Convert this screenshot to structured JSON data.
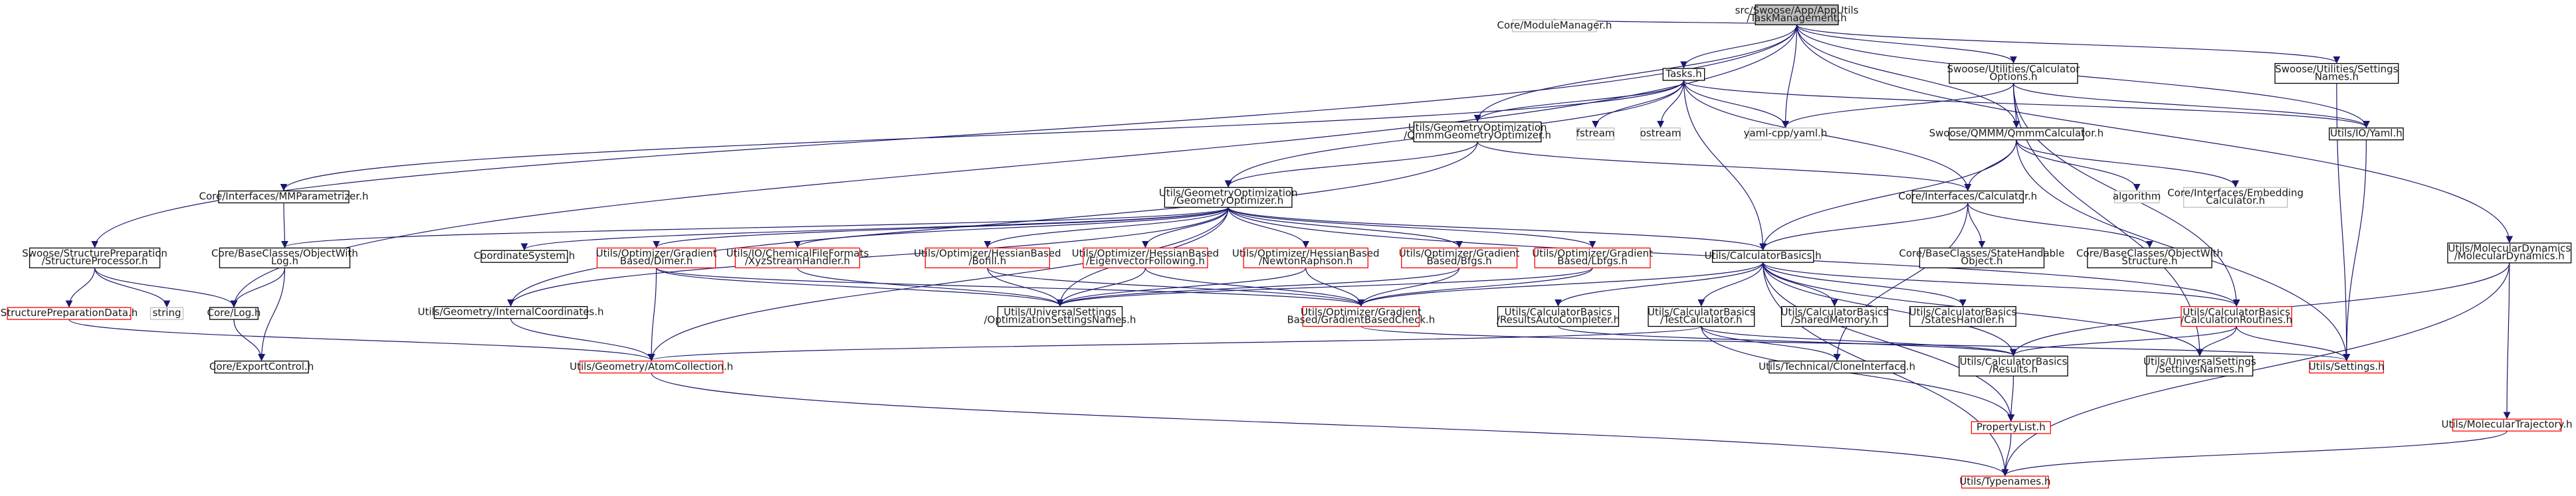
{
  "colors": {
    "edge": "#191970",
    "root_fill": "#bfbfbf",
    "node_border_default": "#000000",
    "node_border_truncated": "#ff0000",
    "node_border_external": "#bfbfbf",
    "text": "#1a1a1a"
  },
  "graph": {
    "nodes": [
      {
        "id": "root",
        "lines": [
          "src/Swoose/App/AppUtils",
          "/TaskManagement.h"
        ],
        "style": "root"
      },
      {
        "id": "modmgr",
        "lines": [
          "Core/ModuleManager.h"
        ],
        "style": "external"
      },
      {
        "id": "tasks",
        "lines": [
          "Tasks.h"
        ],
        "style": "normal"
      },
      {
        "id": "calcopts",
        "lines": [
          "Swoose/Utilities/Calculator",
          "Options.h"
        ],
        "style": "normal"
      },
      {
        "id": "settnames",
        "lines": [
          "Swoose/Utilities/Settings",
          "Names.h"
        ],
        "style": "normal"
      },
      {
        "id": "geoopt",
        "lines": [
          "Utils/GeometryOptimization",
          "/QmmmGeometryOptimizer.h"
        ],
        "style": "normal"
      },
      {
        "id": "fstream",
        "lines": [
          "fstream"
        ],
        "style": "external"
      },
      {
        "id": "ostream",
        "lines": [
          "ostream"
        ],
        "style": "external"
      },
      {
        "id": "yamlcpp",
        "lines": [
          "yaml-cpp/yaml.h"
        ],
        "style": "external"
      },
      {
        "id": "qmmm",
        "lines": [
          "Swoose/QMMM/QmmmCalculator.h"
        ],
        "style": "normal"
      },
      {
        "id": "ioyaml",
        "lines": [
          "Utils/IO/Yaml.h"
        ],
        "style": "normal"
      },
      {
        "id": "mmparam",
        "lines": [
          "Core/Interfaces/MMParametrizer.h"
        ],
        "style": "normal"
      },
      {
        "id": "geoopter",
        "lines": [
          "Utils/GeometryOptimization",
          "/GeometryOptimizer.h"
        ],
        "style": "normal"
      },
      {
        "id": "algorithm",
        "lines": [
          "algorithm"
        ],
        "style": "external"
      },
      {
        "id": "embcalc",
        "lines": [
          "Core/Interfaces/Embedding",
          "Calculator.h"
        ],
        "style": "external"
      },
      {
        "id": "icalc",
        "lines": [
          "Core/Interfaces/Calculator.h"
        ],
        "style": "normal"
      },
      {
        "id": "structproc",
        "lines": [
          "Swoose/StructurePreparation",
          "/StructureProcessor.h"
        ],
        "style": "normal"
      },
      {
        "id": "objlog",
        "lines": [
          "Core/BaseClasses/ObjectWith",
          "Log.h"
        ],
        "style": "normal"
      },
      {
        "id": "coordsys",
        "lines": [
          "CoordinateSystem.h"
        ],
        "style": "normal"
      },
      {
        "id": "dimer",
        "lines": [
          "Utils/Optimizer/Gradient",
          "Based/Dimer.h"
        ],
        "style": "truncated"
      },
      {
        "id": "xyz",
        "lines": [
          "Utils/IO/ChemicalFileFormats",
          "/XyzStreamHandler.h"
        ],
        "style": "truncated"
      },
      {
        "id": "bofill",
        "lines": [
          "Utils/Optimizer/HessianBased",
          "/Bofill.h"
        ],
        "style": "truncated"
      },
      {
        "id": "eigfollow",
        "lines": [
          "Utils/Optimizer/HessianBased",
          "/EigenvectorFollowing.h"
        ],
        "style": "truncated"
      },
      {
        "id": "newton",
        "lines": [
          "Utils/Optimizer/HessianBased",
          "/NewtonRaphson.h"
        ],
        "style": "truncated"
      },
      {
        "id": "bfgs",
        "lines": [
          "Utils/Optimizer/Gradient",
          "Based/Bfgs.h"
        ],
        "style": "truncated"
      },
      {
        "id": "lbfgs",
        "lines": [
          "Utils/Optimizer/Gradient",
          "Based/Lbfgs.h"
        ],
        "style": "truncated"
      },
      {
        "id": "calcbasics",
        "lines": [
          "Utils/CalculatorBasics.h"
        ],
        "style": "normal"
      },
      {
        "id": "statehandable",
        "lines": [
          "Core/BaseClasses/StateHandable",
          "Object.h"
        ],
        "style": "normal"
      },
      {
        "id": "objstruct",
        "lines": [
          "Core/BaseClasses/ObjectWith",
          "Structure.h"
        ],
        "style": "normal"
      },
      {
        "id": "moldyn",
        "lines": [
          "Utils/MolecularDynamics",
          "/MolecularDynamics.h"
        ],
        "style": "normal"
      },
      {
        "id": "string",
        "lines": [
          "string"
        ],
        "style": "external"
      },
      {
        "id": "structprepdata",
        "lines": [
          "StructurePreparationData.h"
        ],
        "style": "truncated"
      },
      {
        "id": "corelog",
        "lines": [
          "Core/Log.h"
        ],
        "style": "normal"
      },
      {
        "id": "internalcoords",
        "lines": [
          "Utils/Geometry/InternalCoordinates.h"
        ],
        "style": "normal"
      },
      {
        "id": "uniopt",
        "lines": [
          "Utils/UniversalSettings",
          "/OptimizationSettingsNames.h"
        ],
        "style": "normal"
      },
      {
        "id": "gradcheck",
        "lines": [
          "Utils/Optimizer/Gradient",
          "Based/GradientBasedCheck.h"
        ],
        "style": "truncated"
      },
      {
        "id": "rescompleter",
        "lines": [
          "Utils/CalculatorBasics",
          "/ResultsAutoCompleter.h"
        ],
        "style": "normal"
      },
      {
        "id": "testcalc",
        "lines": [
          "Utils/CalculatorBasics",
          "/TestCalculator.h"
        ],
        "style": "normal"
      },
      {
        "id": "sharedmem",
        "lines": [
          "Utils/CalculatorBasics",
          "/SharedMemory.h"
        ],
        "style": "normal"
      },
      {
        "id": "stateshandler",
        "lines": [
          "Utils/CalculatorBasics",
          "/StatesHandler.h"
        ],
        "style": "normal"
      },
      {
        "id": "calcroutines",
        "lines": [
          "Utils/CalculatorBasics",
          "/CalculationRoutines.h"
        ],
        "style": "truncated"
      },
      {
        "id": "exportcontrol",
        "lines": [
          "Core/ExportControl.h"
        ],
        "style": "normal"
      },
      {
        "id": "atomcoll",
        "lines": [
          "Utils/Geometry/AtomCollection.h"
        ],
        "style": "truncated"
      },
      {
        "id": "cloneif",
        "lines": [
          "Utils/Technical/CloneInterface.h"
        ],
        "style": "normal"
      },
      {
        "id": "results",
        "lines": [
          "Utils/CalculatorBasics",
          "/Results.h"
        ],
        "style": "normal"
      },
      {
        "id": "setnames",
        "lines": [
          "Utils/UniversalSettings",
          "/SettingsNames.h"
        ],
        "style": "normal"
      },
      {
        "id": "settings",
        "lines": [
          "Utils/Settings.h"
        ],
        "style": "truncated"
      },
      {
        "id": "moltraj",
        "lines": [
          "Utils/MolecularTrajectory.h"
        ],
        "style": "truncated"
      },
      {
        "id": "proplist",
        "lines": [
          "PropertyList.h"
        ],
        "style": "truncated"
      },
      {
        "id": "typenames",
        "lines": [
          "Utils/Typenames.h"
        ],
        "style": "truncated"
      }
    ]
  }
}
